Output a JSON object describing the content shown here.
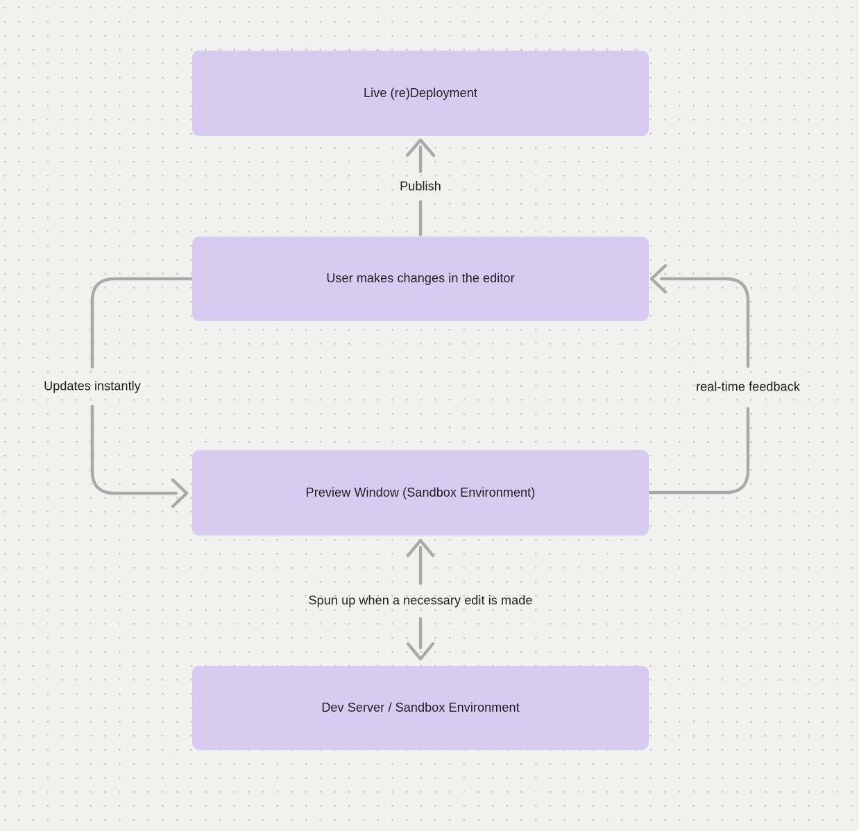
{
  "canvas": {
    "type": "flowchart",
    "background_color": "#f1f1ef",
    "dot_grid_color": "#c7c7c5"
  },
  "colors": {
    "node_fill": "#d7cbf2",
    "arrow": "#a9a9a9",
    "text": "#1d1d1d"
  },
  "nodes": [
    {
      "id": "live-redeployment",
      "label": "Live (re)Deployment"
    },
    {
      "id": "user-editor",
      "label": "User makes changes in the editor"
    },
    {
      "id": "preview-window",
      "label": "Preview Window (Sandbox Environment)"
    },
    {
      "id": "dev-server",
      "label": "Dev Server / Sandbox Environment"
    }
  ],
  "connectors": [
    {
      "id": "publish",
      "label": "Publish",
      "from": "user-editor",
      "to": "live-redeployment",
      "direction": "up"
    },
    {
      "id": "updates-instantly",
      "label": "Updates instantly",
      "from": "user-editor",
      "to": "preview-window",
      "direction": "down-left-loop"
    },
    {
      "id": "realtime-feedback",
      "label": "real-time feedback",
      "from": "preview-window",
      "to": "user-editor",
      "direction": "up-right-loop"
    },
    {
      "id": "spun-up",
      "label": "Spun up when a necessary edit is made",
      "from": "preview-window",
      "to": "dev-server",
      "direction": "both"
    }
  ]
}
